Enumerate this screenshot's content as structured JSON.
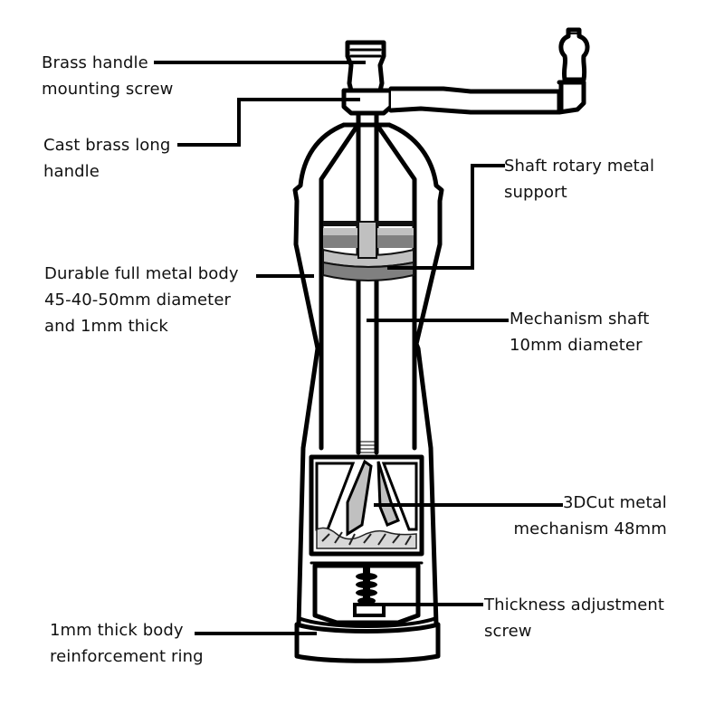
{
  "diagram": {
    "subject": "Manual pepper grinder cross-section",
    "colors": {
      "line": "#000000",
      "background": "#ffffff",
      "dark_gray": "#808080",
      "light_gray": "#c0c0c0",
      "text": "#111111"
    },
    "labels": [
      {
        "id": "brass-handle-mounting-screw",
        "lines": [
          "Brass handle",
          "mounting screw"
        ]
      },
      {
        "id": "cast-brass-long-handle",
        "lines": [
          "Cast brass long",
          "handle"
        ]
      },
      {
        "id": "shaft-rotary-metal-support",
        "lines": [
          "Shaft rotary metal",
          "support"
        ]
      },
      {
        "id": "durable-full-metal-body",
        "lines": [
          "Durable full metal body",
          "45-40-50mm diameter",
          "and 1mm thick"
        ]
      },
      {
        "id": "mechanism-shaft",
        "lines": [
          "Mechanism shaft",
          "10mm diameter"
        ]
      },
      {
        "id": "3dcut-metal-mechanism",
        "lines": [
          "3DCut metal",
          "mechanism 48mm"
        ]
      },
      {
        "id": "thickness-adjustment-screw",
        "lines": [
          "Thickness adjustment",
          "screw"
        ]
      },
      {
        "id": "body-reinforcement-ring",
        "lines": [
          "1mm thick body",
          "reinforcement ring"
        ]
      }
    ]
  }
}
